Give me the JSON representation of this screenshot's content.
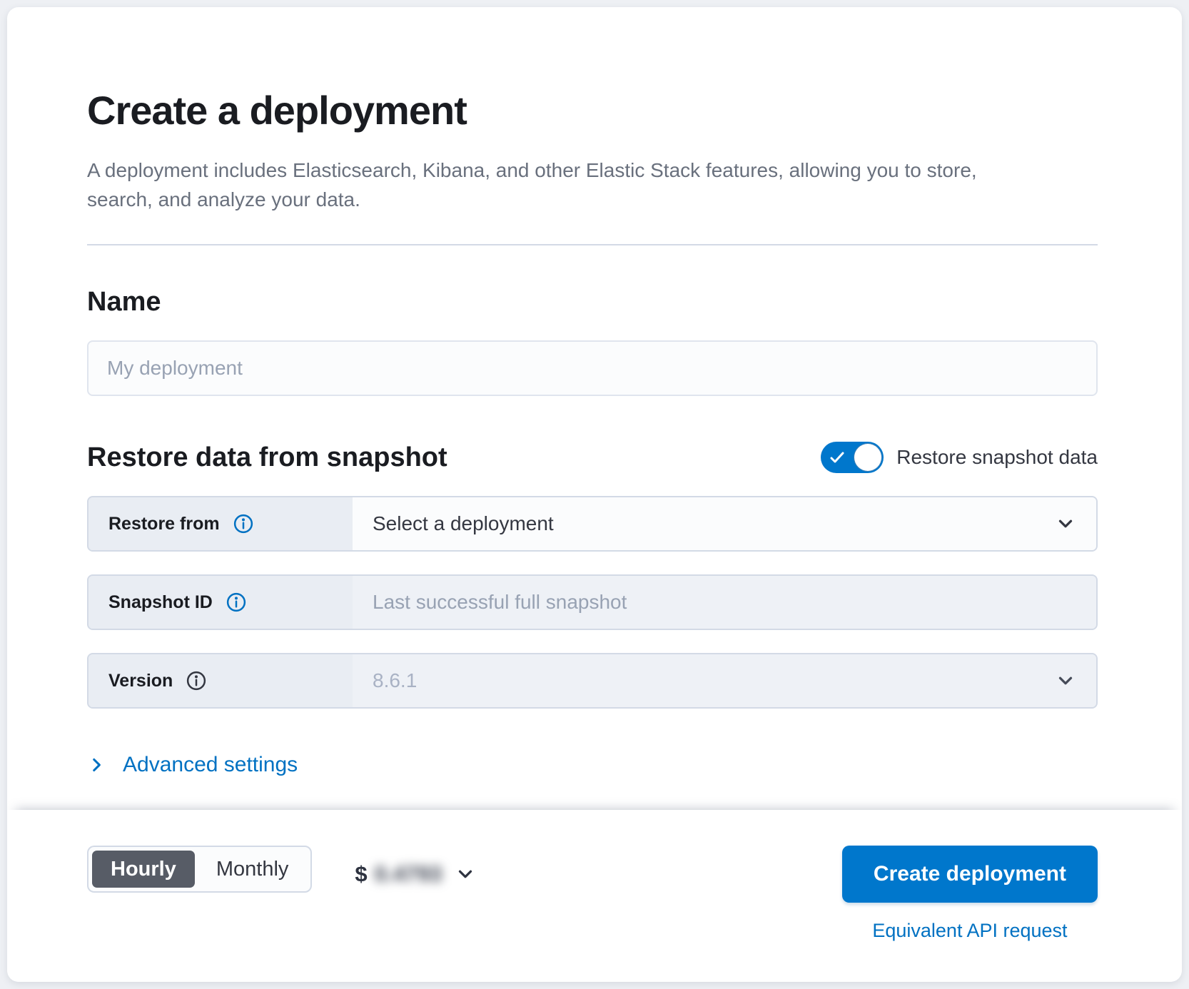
{
  "header": {
    "title": "Create a deployment",
    "subtitle": "A deployment includes Elasticsearch, Kibana, and other Elastic Stack features, allowing you to store, search, and analyze your data."
  },
  "name_section": {
    "heading": "Name",
    "input_value": "",
    "input_placeholder": "My deployment"
  },
  "restore_section": {
    "heading": "Restore data from snapshot",
    "toggle": {
      "label": "Restore snapshot data",
      "state": "on"
    },
    "restore_from": {
      "label": "Restore from",
      "selected_value": "Select a deployment"
    },
    "snapshot_id": {
      "label": "Snapshot ID",
      "placeholder": "Last successful full snapshot"
    },
    "version": {
      "label": "Version",
      "selected_value": "8.6.1"
    },
    "advanced_settings_label": "Advanced settings"
  },
  "footer": {
    "billing_toggle": {
      "options": [
        "Hourly",
        "Monthly"
      ],
      "selected": "Hourly"
    },
    "price": {
      "currency": "$",
      "amount_blurred": "0.4793"
    },
    "create_button_label": "Create deployment",
    "api_link_label": "Equivalent API request"
  },
  "icons": [
    "info-icon",
    "chevron-down-icon",
    "chevron-right-icon",
    "checkmark-icon"
  ],
  "colors": {
    "accent_blue": "#0077CC",
    "link_blue": "#0071C2",
    "selected_segment_bg": "#575C66",
    "heading_text": "#1A1C21",
    "body_text": "#69707D",
    "field_text": "#343741",
    "placeholder_text": "#98A2B3",
    "disabled_value_text": "#A9B2C4",
    "label_cell_bg": "#E9EDF3",
    "disabled_field_bg": "#EEF1F6",
    "row_border": "#D3DAE6",
    "page_bg": "#EEF0F4"
  }
}
